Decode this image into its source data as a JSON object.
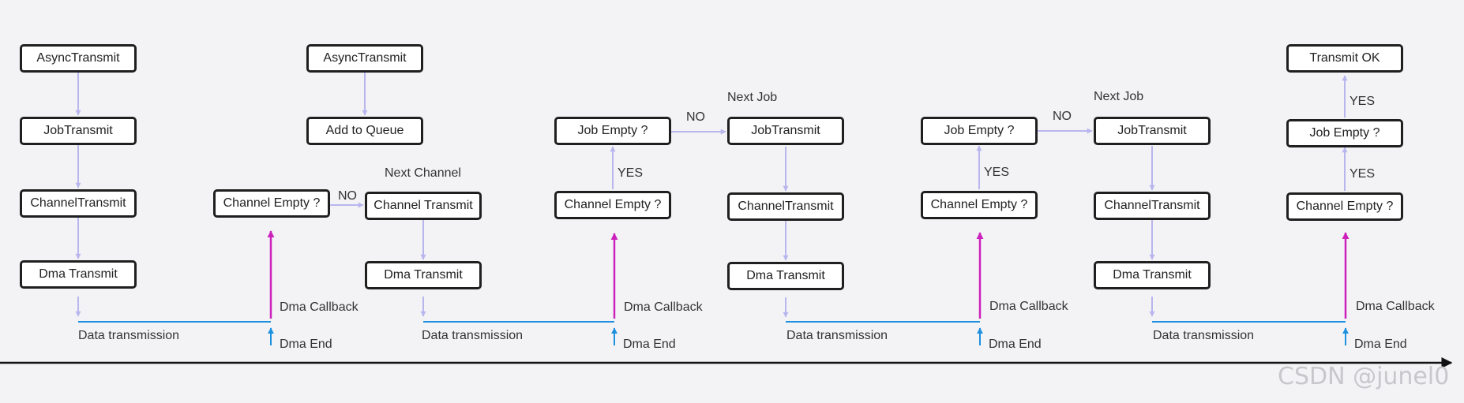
{
  "nodes": {
    "n1": "AsyncTransmit",
    "n2": "JobTransmit",
    "n3": "ChannelTransmit",
    "n4": "Dma Transmit",
    "n5": "AsyncTransmit",
    "n6": "Add to Queue",
    "n7": "Channel Empty ?",
    "n8": "Channel Transmit",
    "n9": "Dma Transmit",
    "n10": "Channel Empty ?",
    "n11": "Job Empty ?",
    "n12": "JobTransmit",
    "n13": "ChannelTransmit",
    "n14": "Dma Transmit",
    "n15": "Channel Empty ?",
    "n16": "Job Empty ?",
    "n17": "JobTransmit",
    "n18": "ChannelTransmit",
    "n19": "Dma Transmit",
    "n20": "Channel Empty ?",
    "n21": "Job Empty ?",
    "n22": "Transmit OK"
  },
  "labels": {
    "no1": "NO",
    "next_channel": "Next Channel",
    "yes1": "YES",
    "no2": "NO",
    "next_job1": "Next Job",
    "yes2": "YES",
    "no3": "NO",
    "next_job2": "Next Job",
    "yes3": "YES",
    "yes4": "YES",
    "data_tx1": "Data transmission",
    "data_tx2": "Data transmission",
    "data_tx3": "Data transmission",
    "data_tx4": "Data transmission",
    "dma_end1": "Dma End",
    "dma_end2": "Dma End",
    "dma_end3": "Dma End",
    "dma_end4": "Dma End",
    "dma_cb1": "Dma Callback",
    "dma_cb2": "Dma Callback",
    "dma_cb3": "Dma Callback",
    "dma_cb4": "Dma Callback"
  },
  "watermark": "CSDN @junel0",
  "colors": {
    "flow_arrow": "#b9b6ee",
    "callback_arrow": "#cc22bb",
    "data_line": "#1e90e0",
    "timeline": "#111111",
    "box_border": "#1f1f1f",
    "background": "#f3f3f6"
  }
}
